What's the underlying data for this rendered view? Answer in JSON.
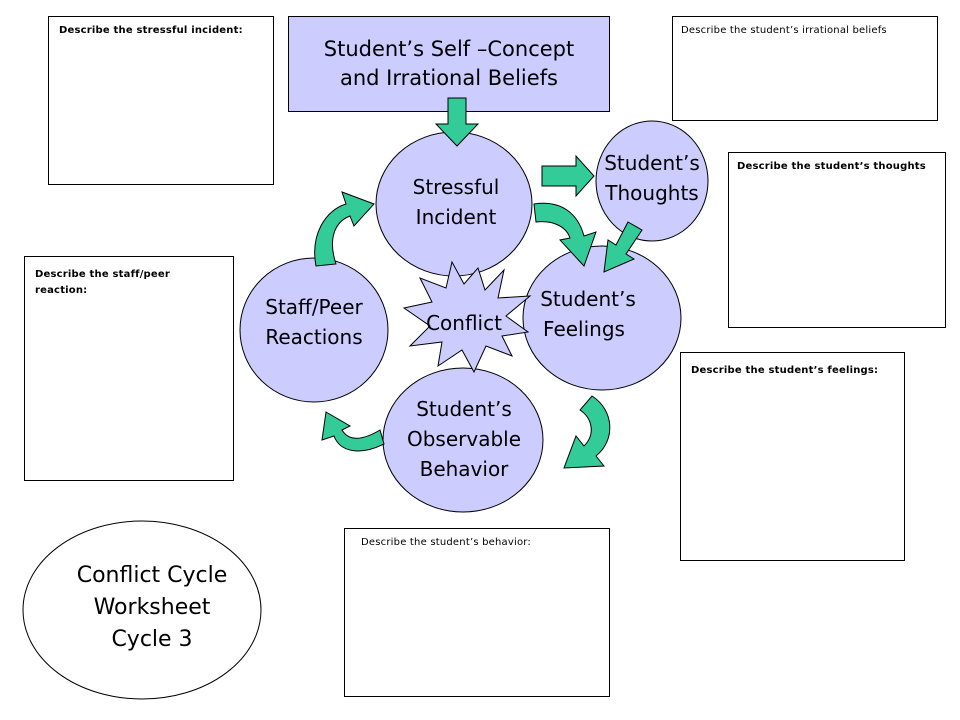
{
  "title": "Student’s Self –Concept and Irrational Beliefs",
  "title_line1": "Student’s Self –Concept",
  "title_line2": "and Irrational Beliefs",
  "nodes": {
    "stressful_incident": [
      "Stressful",
      "Incident"
    ],
    "students_thoughts": [
      "Student’s",
      "Thoughts"
    ],
    "students_feelings": [
      "Student’s",
      "Feelings"
    ],
    "observable_behavior": [
      "Student’s",
      "Observable",
      "Behavior"
    ],
    "staff_peer_reactions": [
      "Staff/Peer",
      "Reactions"
    ],
    "conflict": "Conflict"
  },
  "boxes": {
    "stressful_incident": "Describe the stressful incident:",
    "irrational_beliefs": "Describe the student’s irrational beliefs",
    "thoughts": "Describe the student’s thoughts",
    "staff_peer_line1": "Describe the staff/peer",
    "staff_peer_line2": "reaction:",
    "feelings": "Describe the student’s feelings:",
    "behavior": "Describe the student’s behavior:"
  },
  "worksheet": [
    "Conflict Cycle",
    "Worksheet",
    "Cycle 3"
  ],
  "colors": {
    "node_fill": "#ccccff",
    "arrow_fill": "#33cc99",
    "title_fill": "#ccccff"
  }
}
